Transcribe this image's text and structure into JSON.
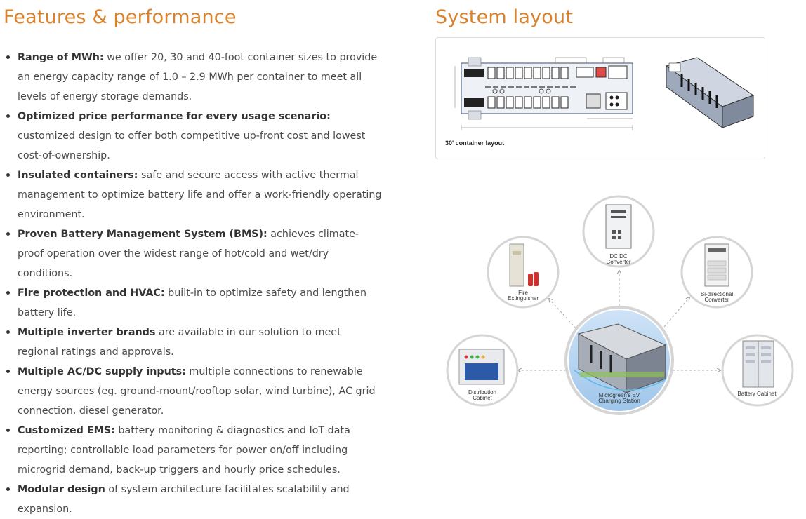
{
  "left": {
    "heading": "Features & performance",
    "items": [
      {
        "bold": "Range of MWh:",
        "text": " we offer 20, 30 and 40-foot container sizes to provide an energy capacity range of 1.0 – 2.9 MWh per container to meet all levels of energy storage demands."
      },
      {
        "bold": "Optimized price performance for every usage scenario:",
        "text": " customized design to offer both competitive up-front cost and lowest cost-of-ownership."
      },
      {
        "bold": "Insulated containers:",
        "text": " safe and secure access with active thermal management to optimize battery life and offer a work-friendly operating environment."
      },
      {
        "bold": "Proven Battery Management System (BMS):",
        "text": " achieves climate-proof operation over the widest range of hot/cold and wet/dry conditions."
      },
      {
        "bold": "Fire protection and HVAC:",
        "text": " built-in to optimize safety and lengthen battery life."
      },
      {
        "bold": "Multiple inverter brands",
        "text": " are available in our solution to meet regional ratings and approvals."
      },
      {
        "bold": "Multiple AC/DC supply inputs:",
        "text": " multiple connections to renewable energy sources (eg. ground-mount/rooftop solar, wind turbine), AC grid connection, diesel generator."
      },
      {
        "bold": "Customized EMS:",
        "text": " battery monitoring & diagnostics and IoT data reporting; controllable load parameters for power on/off including microgrid demand, back-up triggers and hourly price schedules."
      },
      {
        "bold": "Modular design",
        "text": " of system architecture facilitates scalability and expansion."
      }
    ]
  },
  "right": {
    "heading": "System layout",
    "layout_caption": "30' container layout",
    "diagram": {
      "center_label": [
        "Microgreen's EV",
        "Charging Station"
      ],
      "dcdc_label": [
        "DC DC",
        "Converter"
      ],
      "fire_label": [
        "Fire",
        "Extinguisher"
      ],
      "bidir_label": [
        "Bi-directional",
        "Converter"
      ],
      "dist_label": [
        "Distribution",
        "Cabinet"
      ],
      "battery_label": [
        "Battery Cabinet"
      ]
    }
  }
}
